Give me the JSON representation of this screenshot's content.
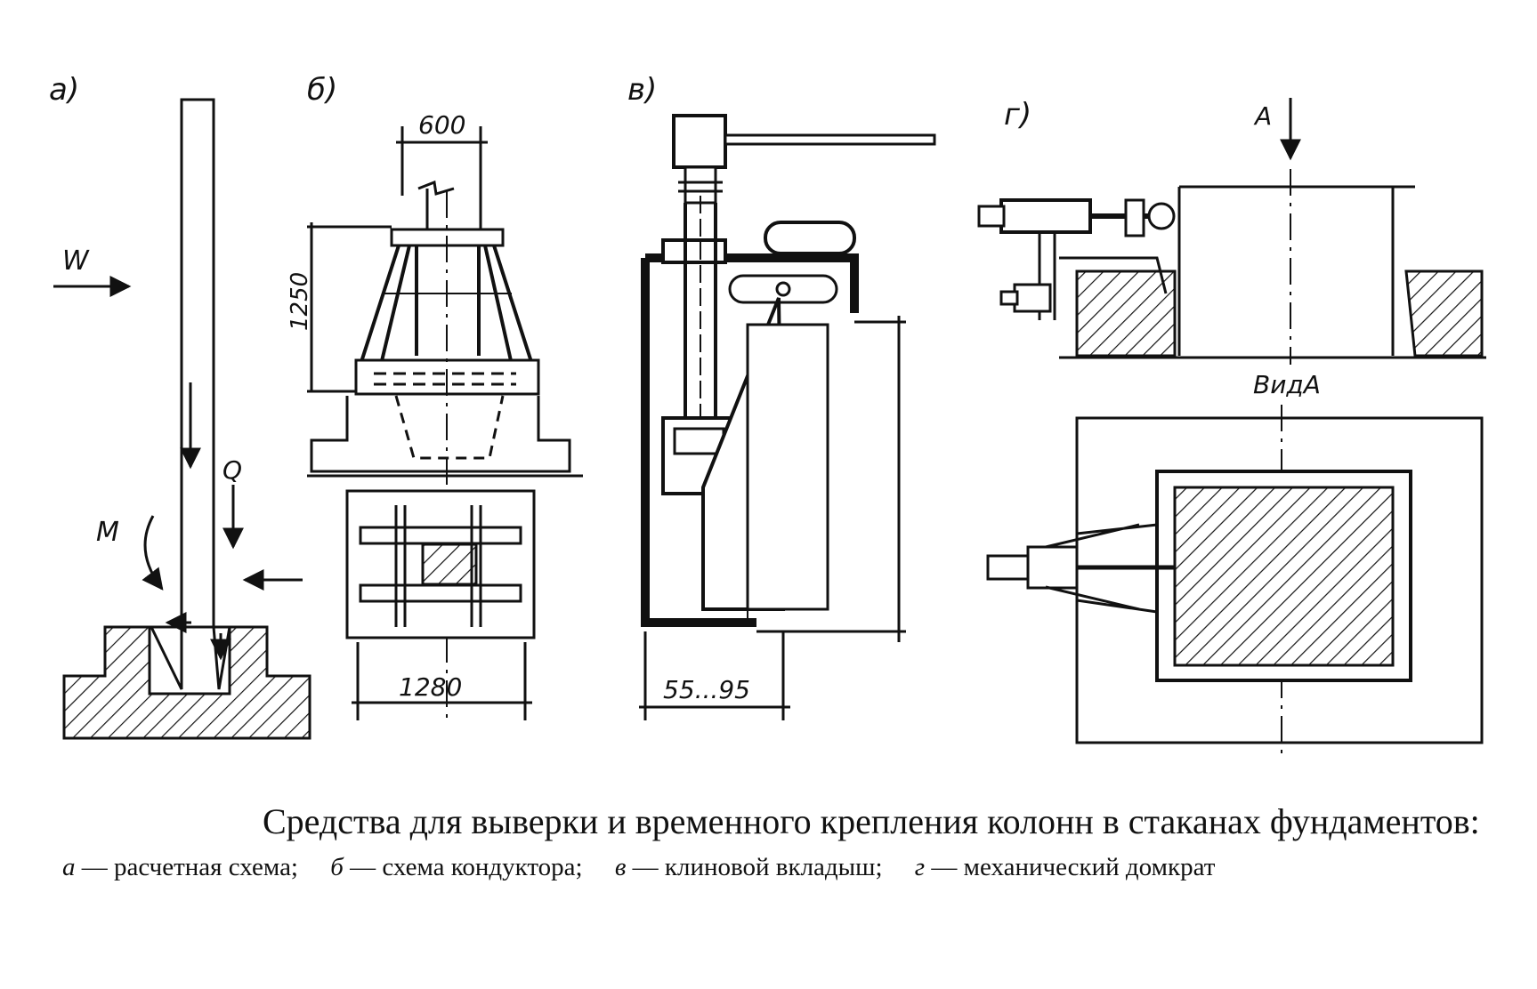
{
  "panels": {
    "a": {
      "label": "а)",
      "load_w": "W",
      "load_q": "Q",
      "moment": "M"
    },
    "b": {
      "label": "б)",
      "dim_top": "600",
      "dim_height": "1250",
      "dim_bottom": "1280"
    },
    "v": {
      "label": "в)",
      "dim_bottom": "55...95"
    },
    "g": {
      "label": "г)",
      "arrow_label": "А",
      "view_label": "ВидА"
    }
  },
  "caption": {
    "title": "Средства для выверки и временного крепления колонн в стаканах фундаментов:",
    "legend": [
      {
        "key": "а",
        "text": "расчетная схема;"
      },
      {
        "key": "б",
        "text": "схема кондуктора;"
      },
      {
        "key": "в",
        "text": "клиновой вкладыш;"
      },
      {
        "key": "г",
        "text": "механический домкрат"
      }
    ]
  }
}
